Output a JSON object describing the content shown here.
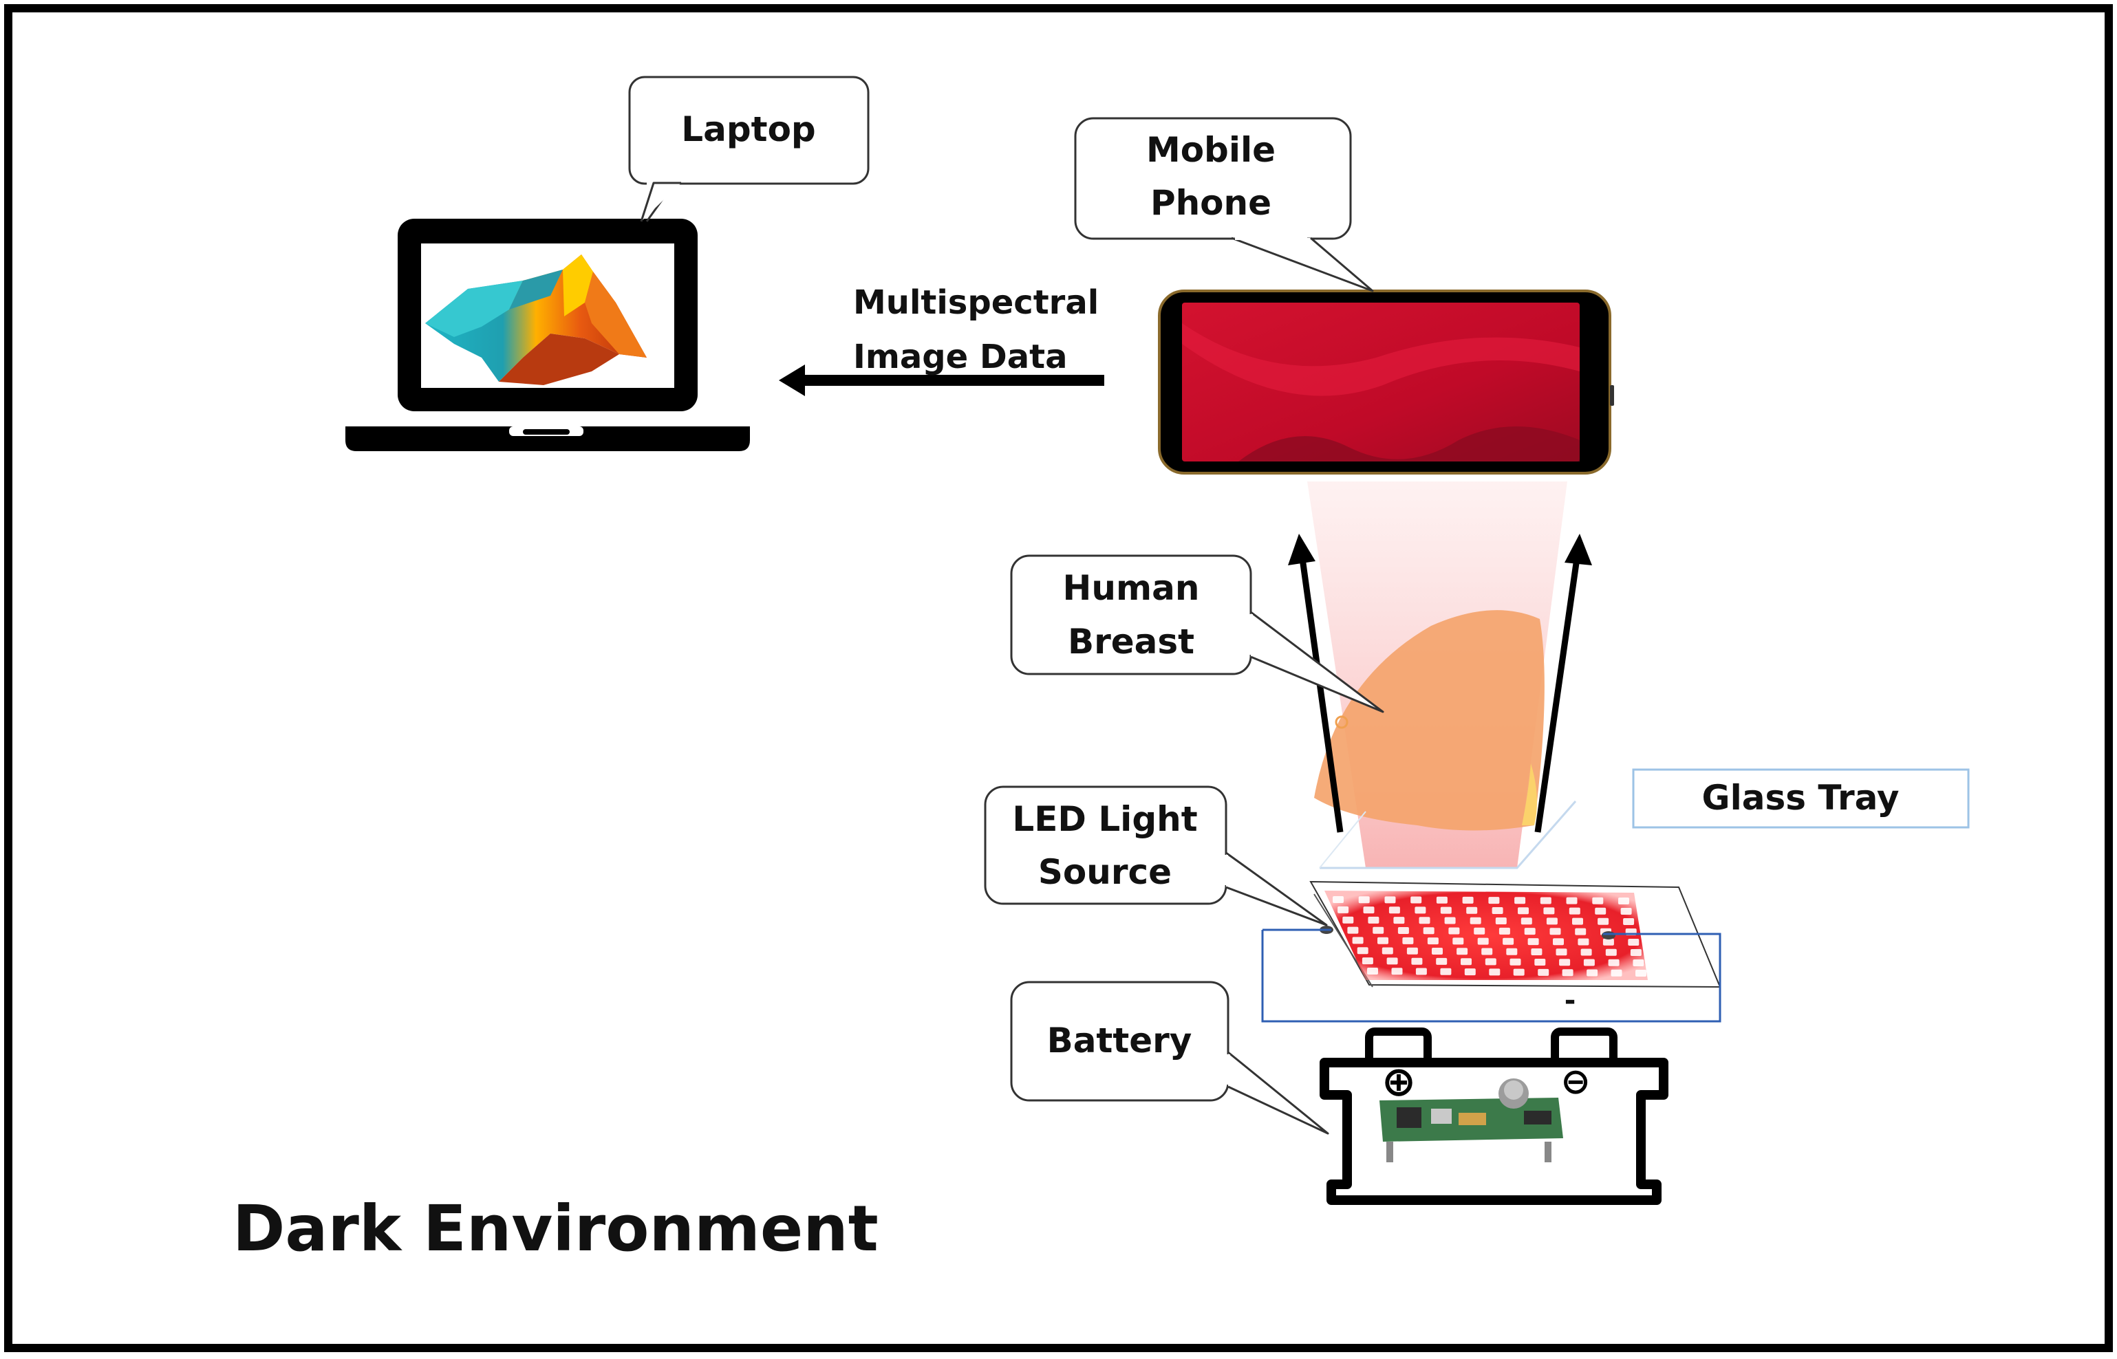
{
  "callouts": {
    "laptop": "Laptop",
    "mobile_line1": "Mobile",
    "mobile_line2": "Phone",
    "breast_line1": "Human",
    "breast_line2": "Breast",
    "led_line1": "LED Light",
    "led_line2": "Source",
    "battery": "Battery",
    "glass_tray": "Glass Tray"
  },
  "arrow_label": {
    "line1": "Multispectral",
    "line2": "Image Data"
  },
  "footer": {
    "title": "Dark Environment"
  },
  "battery_terminals": {
    "positive": "⊕",
    "negative": "⊖",
    "wire_minus": "-"
  },
  "colors": {
    "frame": "#000000",
    "callout_border": "#333333",
    "glass_tray_border": "#9dc3e6",
    "wire": "#2f5fb3",
    "led_red": "#e8202a",
    "breast_orange": "#f4a46c",
    "beam_pink": "#f9c9c9",
    "screen_red": "#c40a2a"
  },
  "icons": [
    "laptop-icon",
    "mobile-phone-icon",
    "led-panel-icon",
    "battery-icon",
    "surface-plot-icon",
    "circuit-board-icon"
  ]
}
